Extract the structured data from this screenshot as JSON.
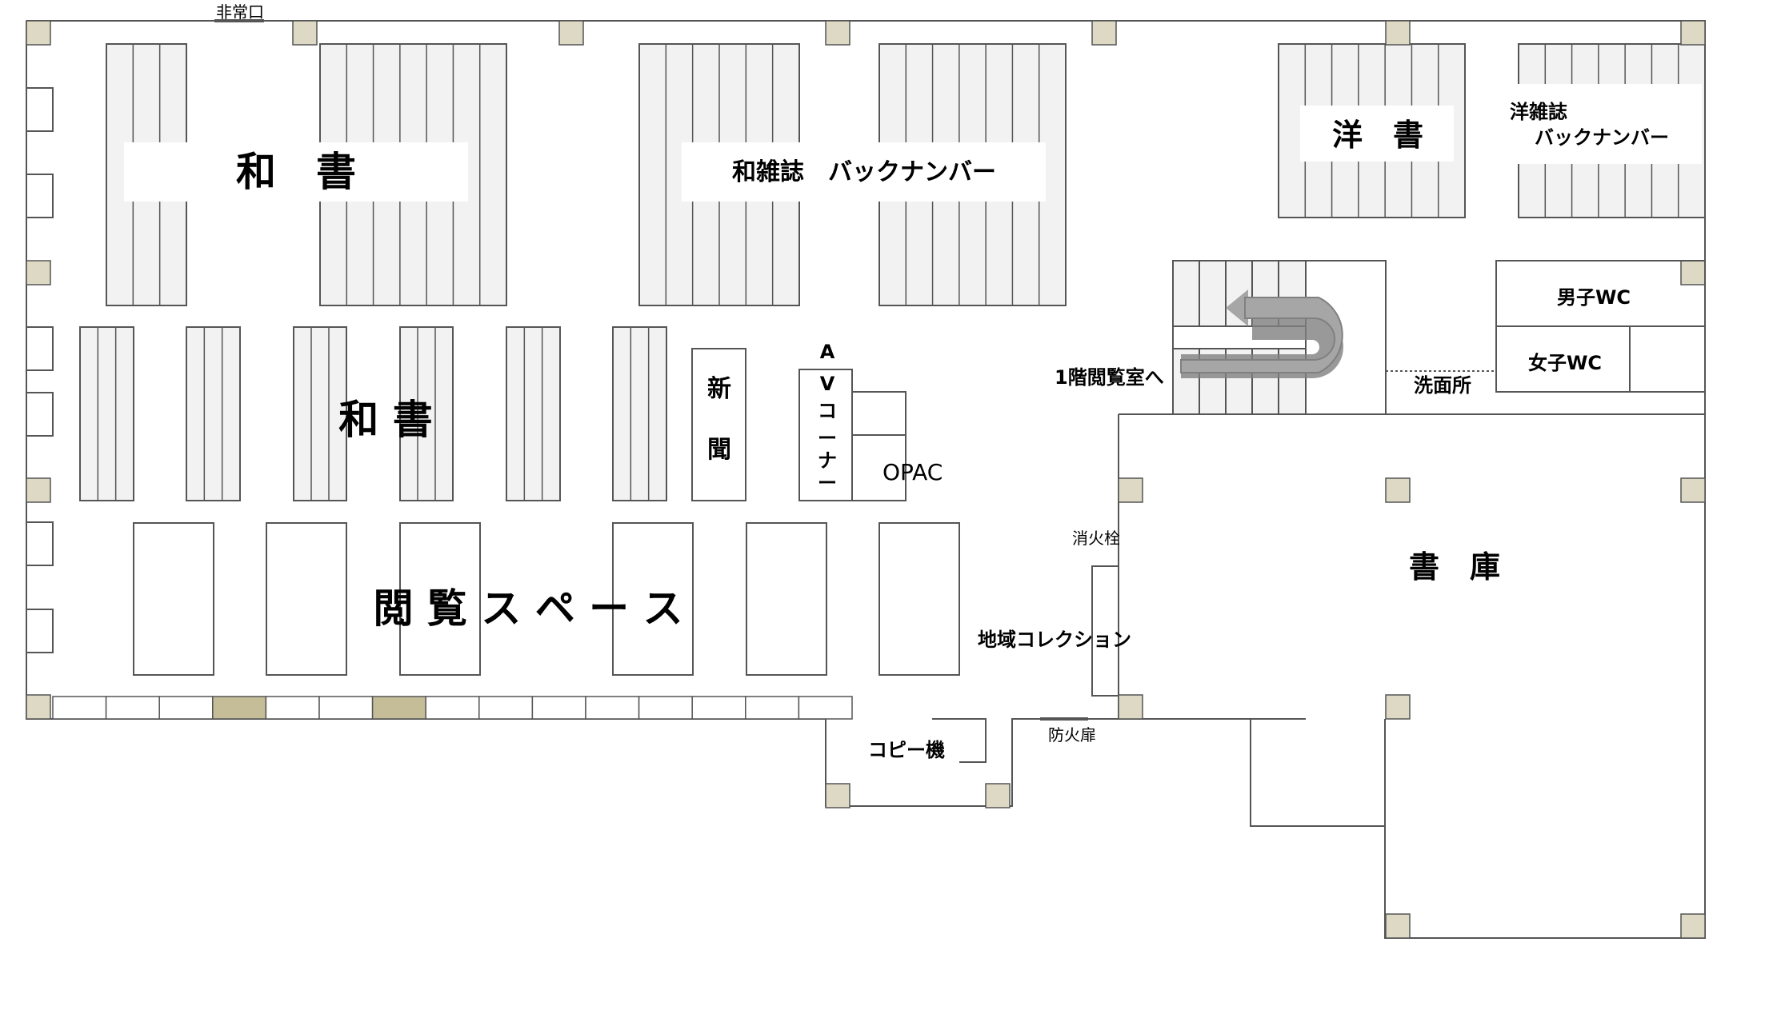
{
  "labels": {
    "emergency_exit": "非常口",
    "japanese_books_top": "和　書",
    "japanese_magazines_backnumber": "和雑誌　バックナンバー",
    "western_books": "洋　書",
    "western_magazines_line1": "洋雑誌",
    "western_magazines_line2": "バックナンバー",
    "mens_wc": "男子WC",
    "womens_wc": "女子WC",
    "washroom": "洗面所",
    "to_first_floor": "1階閲覧室へ",
    "japanese_books_middle": "和 書",
    "newspaper_1": "新",
    "newspaper_2": "聞",
    "av_a": "A",
    "av_v": "V",
    "av_ko": "コ",
    "av_dash1": "ー",
    "av_na": "ナ",
    "av_dash2": "ー",
    "opac": "OPAC",
    "reading_space": "閲 覧 ス ペ ー ス",
    "fire_hydrant": "消火栓",
    "local_collection": "地域コレクション",
    "stacks": "書　庫",
    "copier": "コピー機",
    "fire_door": "防火扉"
  },
  "colors": {
    "shelf_fill": "#f2f2f2",
    "pillar_fill": "#ddd9c4",
    "pillar_dark": "#c4bd97",
    "stroke": "#555555",
    "arrow": "#a6a6a6"
  }
}
